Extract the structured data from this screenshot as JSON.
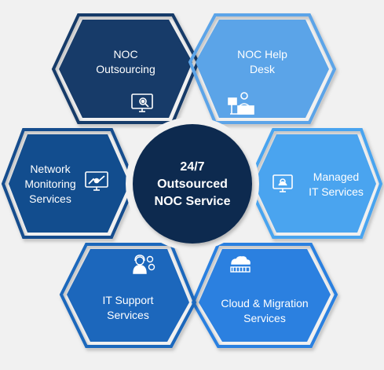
{
  "center": {
    "line1": "24/7",
    "line2": "Outsourced",
    "line3": "NOC Service",
    "color": "#0b2a4f"
  },
  "services": [
    {
      "line1": "NOC",
      "line2": "Outsourcing",
      "line3": "",
      "icon": "monitor-search-icon",
      "color": "#173b69"
    },
    {
      "line1": "NOC Help",
      "line2": "Desk",
      "line3": "",
      "icon": "helpdesk-agent-icon",
      "color": "#5ba4e8"
    },
    {
      "line1": "Managed",
      "line2": "IT Services",
      "line3": "",
      "icon": "monitor-gear-icon",
      "color": "#4aa4ef"
    },
    {
      "line1": "Cloud & Migration",
      "line2": "Services",
      "line3": "",
      "icon": "cloud-server-icon",
      "color": "#2b80e0"
    },
    {
      "line1": "IT Support",
      "line2": "Services",
      "line3": "",
      "icon": "support-agent-gears-icon",
      "color": "#1c67bc"
    },
    {
      "line1": "Network",
      "line2": "Monitoring",
      "line3": "Services",
      "icon": "monitor-network-icon",
      "color": "#124d8e"
    }
  ]
}
